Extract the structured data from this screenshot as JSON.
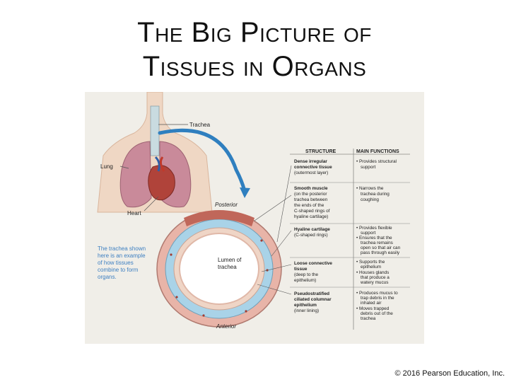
{
  "slide": {
    "title_line1": "The Big Picture of",
    "title_line2": "Tissues in Organs",
    "copyright": "© 2016 Pearson Education, Inc."
  },
  "figure": {
    "labels": {
      "trachea": "Trachea",
      "lung": "Lung",
      "heart": "Heart",
      "posterior": "Posterior",
      "anterior": "Anterior",
      "lumen_line1": "Lumen of",
      "lumen_line2": "trachea"
    },
    "caption_lines": [
      "The trachea shown",
      "here is an example",
      "of how tissues",
      "combine to form",
      "organs."
    ],
    "table": {
      "headers": [
        "STRUCTURE",
        "MAIN FUNCTIONS"
      ],
      "rows": [
        {
          "structure": [
            "Dense irregular",
            "connective tissue",
            "(outermost layer)"
          ],
          "functions": [
            "• Provides structural",
            "support"
          ]
        },
        {
          "structure": [
            "Smooth muscle",
            "(on the posterior",
            "trachea between",
            "the ends of the",
            "C-shaped rings of",
            "hyaline cartilage)"
          ],
          "functions": [
            "• Narrows the",
            "trachea during",
            "coughing"
          ]
        },
        {
          "structure": [
            "Hyaline cartilage",
            "(C-shaped rings)"
          ],
          "functions": [
            "• Provides flexible",
            "support",
            "• Ensures that the",
            "trachea remains",
            "open so that air can",
            "pass through easily"
          ]
        },
        {
          "structure": [
            "Loose connective",
            "tissue",
            "(deep to the",
            "epithelium)"
          ],
          "functions": [
            "• Supports the",
            "epithelium",
            "• Houses glands",
            "that produce a",
            "watery mucus"
          ]
        },
        {
          "structure": [
            "Pseudostratified",
            "ciliated columnar",
            "epithelium",
            "(inner lining)"
          ],
          "functions": [
            "• Produces mucus to",
            "trap debris in the",
            "inhaled air",
            "• Moves trapped",
            "debris out of the",
            "trachea"
          ]
        }
      ]
    },
    "colors": {
      "background": "#f0eee8",
      "lung": "#c98a9a",
      "heart": "#b0433a",
      "cartilage": "#a9d3e8",
      "outer_layer": "#e8b4a8",
      "lumen": "#ffffff",
      "caption": "#3d7fc1",
      "arrow": "#2f7fbf",
      "table_grid": "#8a8a86"
    },
    "icons": [
      "trachea-arrow-icon"
    ]
  }
}
